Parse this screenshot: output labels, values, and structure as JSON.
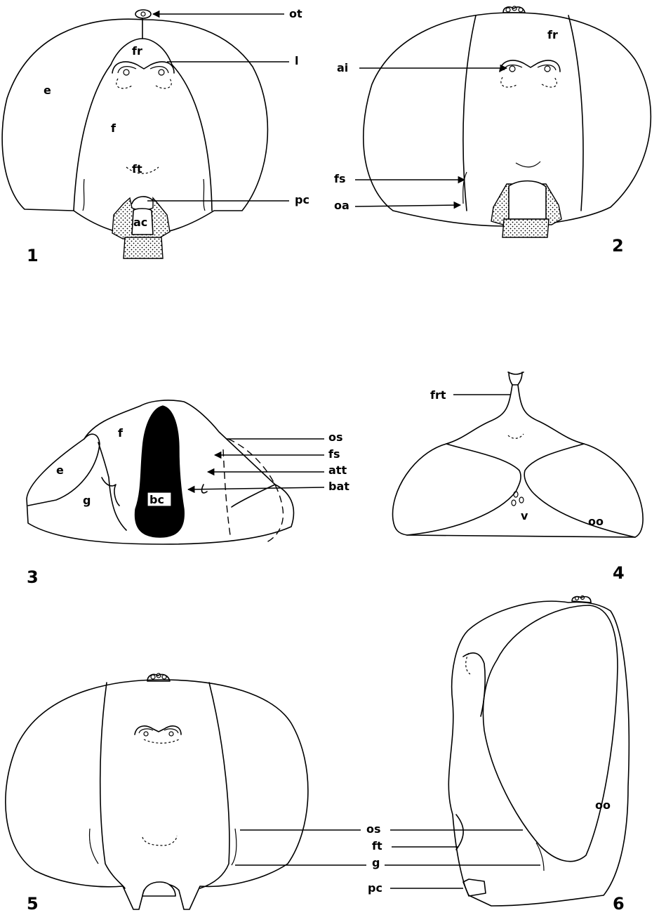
{
  "figures": [
    {
      "id": "fig1",
      "number": "1",
      "labels": {
        "ot": "ot",
        "fr": "fr",
        "l": "l",
        "e": "e",
        "f": "f",
        "ft": "ft",
        "pc": "pc",
        "ac": "ac"
      }
    },
    {
      "id": "fig2",
      "number": "2",
      "labels": {
        "fr": "fr",
        "ai": "ai",
        "fs": "fs",
        "oa": "oa"
      }
    },
    {
      "id": "fig3",
      "number": "3",
      "labels": {
        "f": "f",
        "e": "e",
        "g": "g",
        "bc": "bc",
        "os": "os",
        "fs": "fs",
        "att": "att",
        "bat": "bat"
      }
    },
    {
      "id": "fig4",
      "number": "4",
      "labels": {
        "frt": "frt",
        "v": "v",
        "oo": "oo"
      }
    },
    {
      "id": "fig5",
      "number": "5",
      "labels": {}
    },
    {
      "id": "fig6",
      "number": "6",
      "labels": {
        "oo": "oo"
      }
    }
  ],
  "shared_labels_5_6": {
    "os": "os",
    "ft": "ft",
    "g": "g",
    "pc": "pc"
  }
}
